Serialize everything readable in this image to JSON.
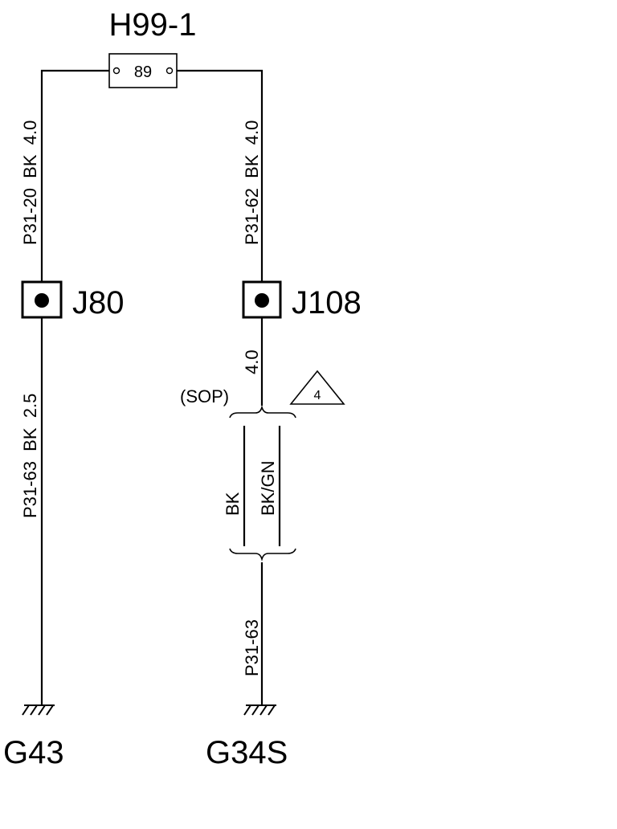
{
  "fuse": {
    "name": "H99-1",
    "value": "89"
  },
  "left_branch": {
    "upper_wire": "P31-20  BK  4.0",
    "junction": "J80",
    "lower_wire": "P31-63  BK  2.5",
    "ground": "G43"
  },
  "right_branch": {
    "upper_wire": "P31-62  BK  4.0",
    "junction": "J108",
    "splice_size": "4.0",
    "sop_label": "(SOP)",
    "note_number": "4",
    "variant_left": "BK",
    "variant_right": "BK/GN",
    "lower_wire": "P31-63",
    "ground": "G34S"
  }
}
